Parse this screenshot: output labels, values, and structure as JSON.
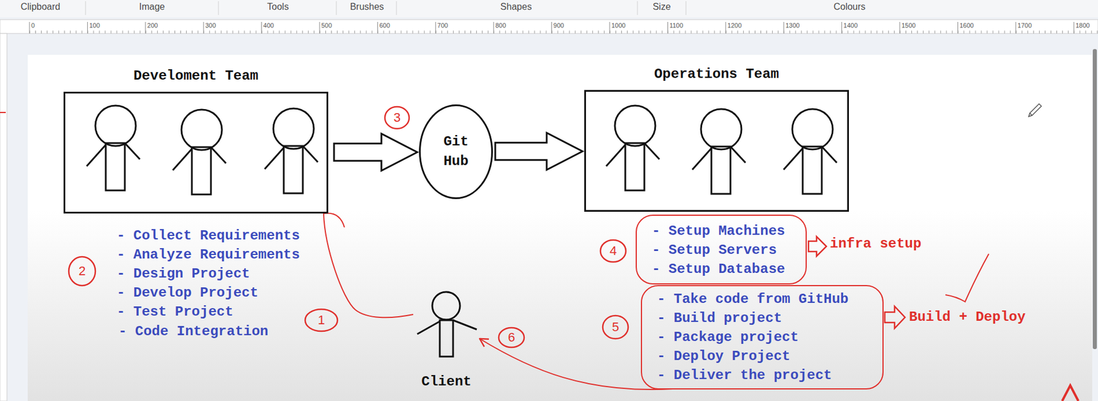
{
  "diagram": {
    "nodes": [
      {
        "text": [
          "Develoment Team"
        ]
      },
      {
        "text": [
          "Git Hub"
        ]
      },
      {
        "text": [
          "Operations Team"
        ]
      },
      {
        "text": [
          "- Setup Machines",
          "- Setup Servers",
          "- Setup Database"
        ]
      },
      {
        "text": [
          "- Take code from GitHub",
          "- Build project",
          "- Package project",
          "- Deploy Project",
          "- Deliver the project"
        ]
      },
      {
        "text": [
          "Client"
        ]
      }
    ],
    "edges": [
      {
        "from": 0,
        "to": 1,
        "arrow": "to"
      },
      {
        "from": 1,
        "to": 2,
        "arrow": "to"
      },
      {
        "from": 5,
        "to": 0,
        "arrow": "none"
      },
      {
        "from": 4,
        "to": 5,
        "arrow": "to"
      }
    ],
    "labels": [
      "Clipboard",
      "Image",
      "Tools",
      "Brushes",
      "Shapes",
      "Size",
      "Colours",
      "0",
      "100",
      "200",
      "300",
      "400",
      "500",
      "600",
      "700",
      "800",
      "900",
      "1000",
      "1100",
      "1200",
      "1300",
      "1400",
      "1500",
      "1600",
      "1700",
      "1800",
      "3",
      "- Collect Requirements",
      "- Analyze Requirements",
      "- Design Project",
      "- Develop Project",
      "- Test Project",
      "- Code Integration",
      "2",
      "1",
      "4",
      "infra setup",
      "5",
      "Build + Deploy",
      "6"
    ]
  }
}
